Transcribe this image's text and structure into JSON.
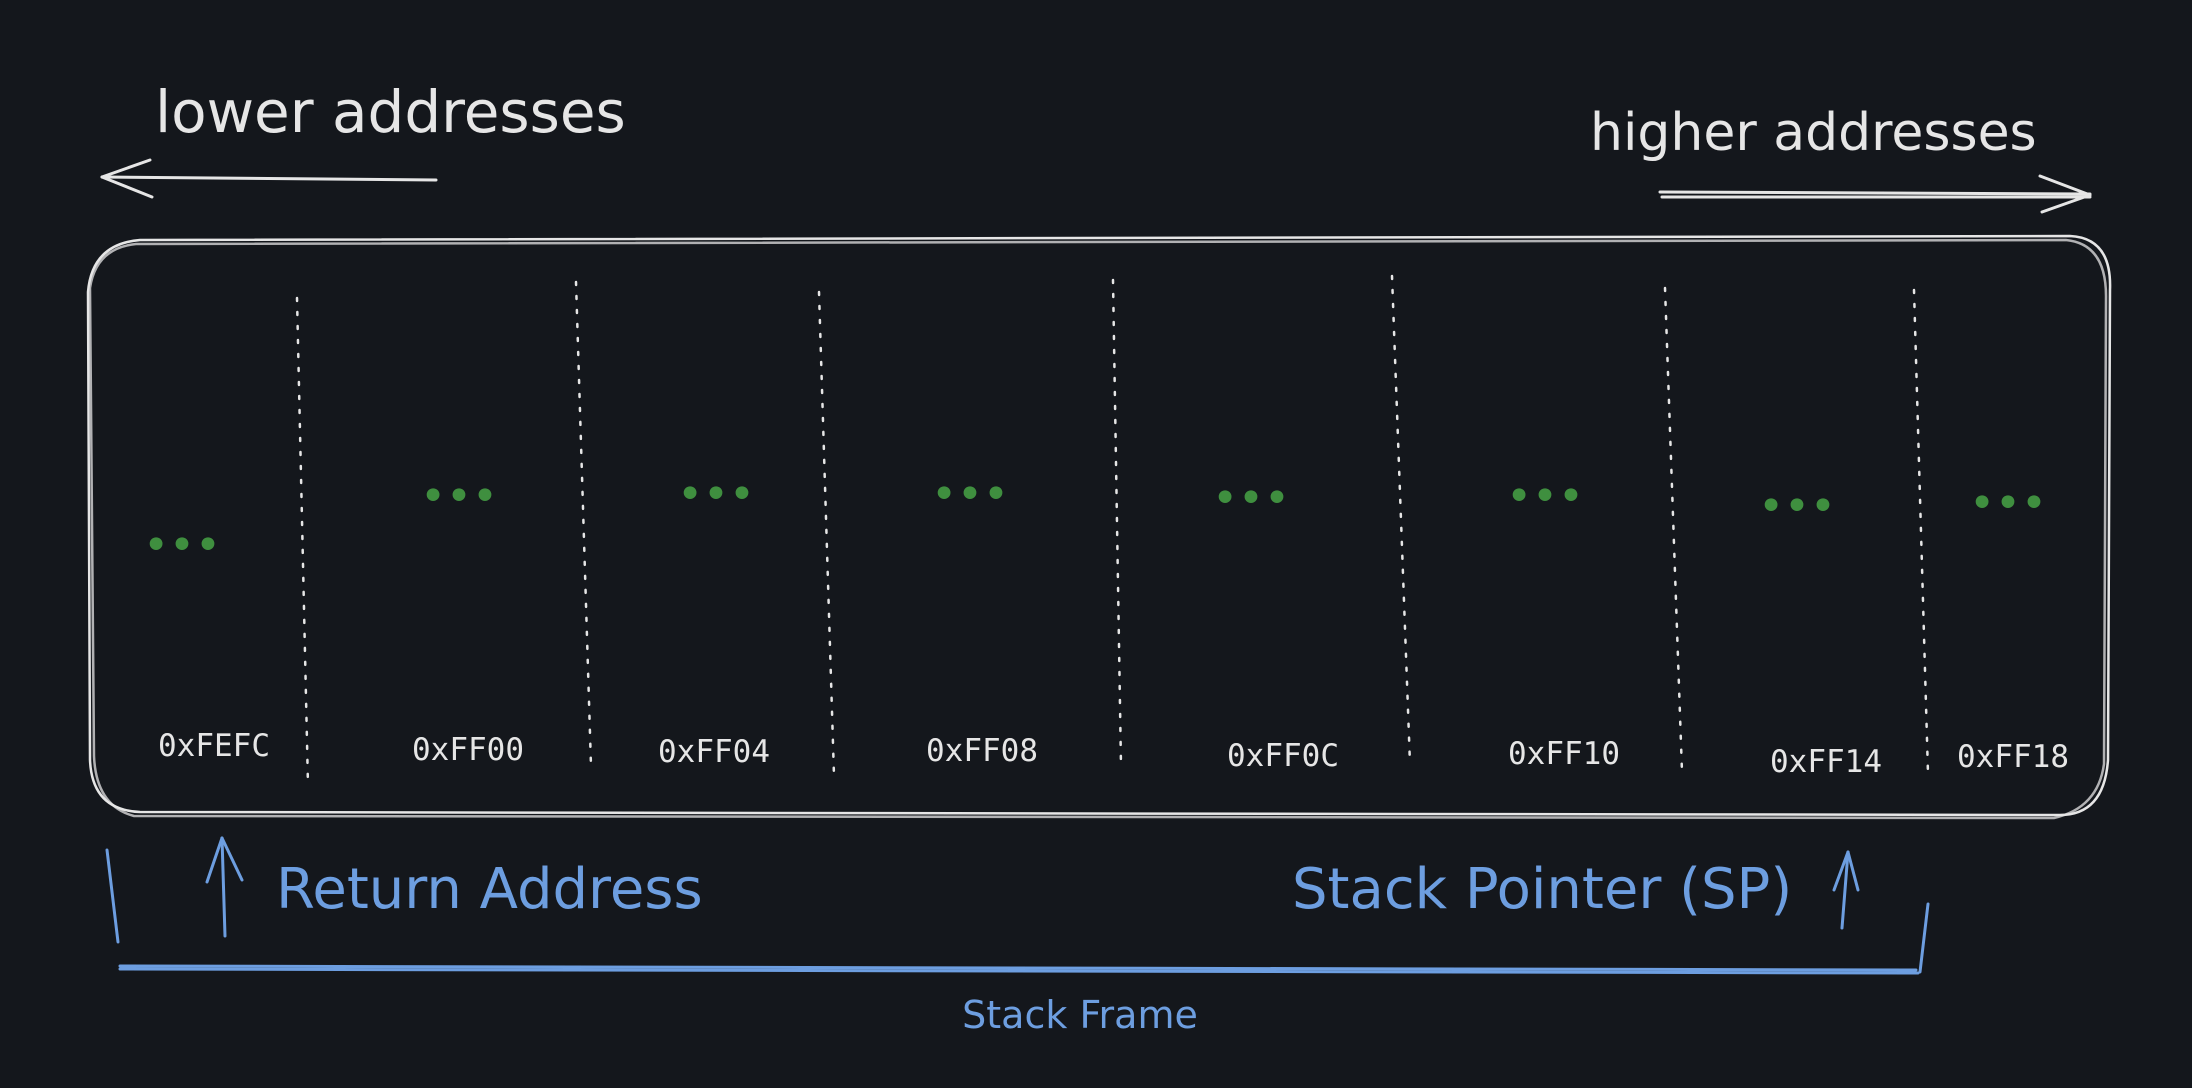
{
  "labels": {
    "lower": "lower addresses",
    "higher": "higher addresses",
    "return_address": "Return Address",
    "stack_pointer": "Stack Pointer (SP)",
    "stack_frame": "Stack Frame"
  },
  "cells": [
    {
      "address": "0xFEFC",
      "content": "•••"
    },
    {
      "address": "0xFF00",
      "content": "•••"
    },
    {
      "address": "0xFF04",
      "content": "•••"
    },
    {
      "address": "0xFF08",
      "content": "•••"
    },
    {
      "address": "0xFF0C",
      "content": "•••"
    },
    {
      "address": "0xFF10",
      "content": "•••"
    },
    {
      "address": "0xFF14",
      "content": "•••"
    },
    {
      "address": "0xFF18",
      "content": "•••"
    }
  ],
  "colors": {
    "background": "#14171c",
    "stroke": "#e6e6e6",
    "dots": "#3f8f3f",
    "accent": "#6d9ee0"
  }
}
